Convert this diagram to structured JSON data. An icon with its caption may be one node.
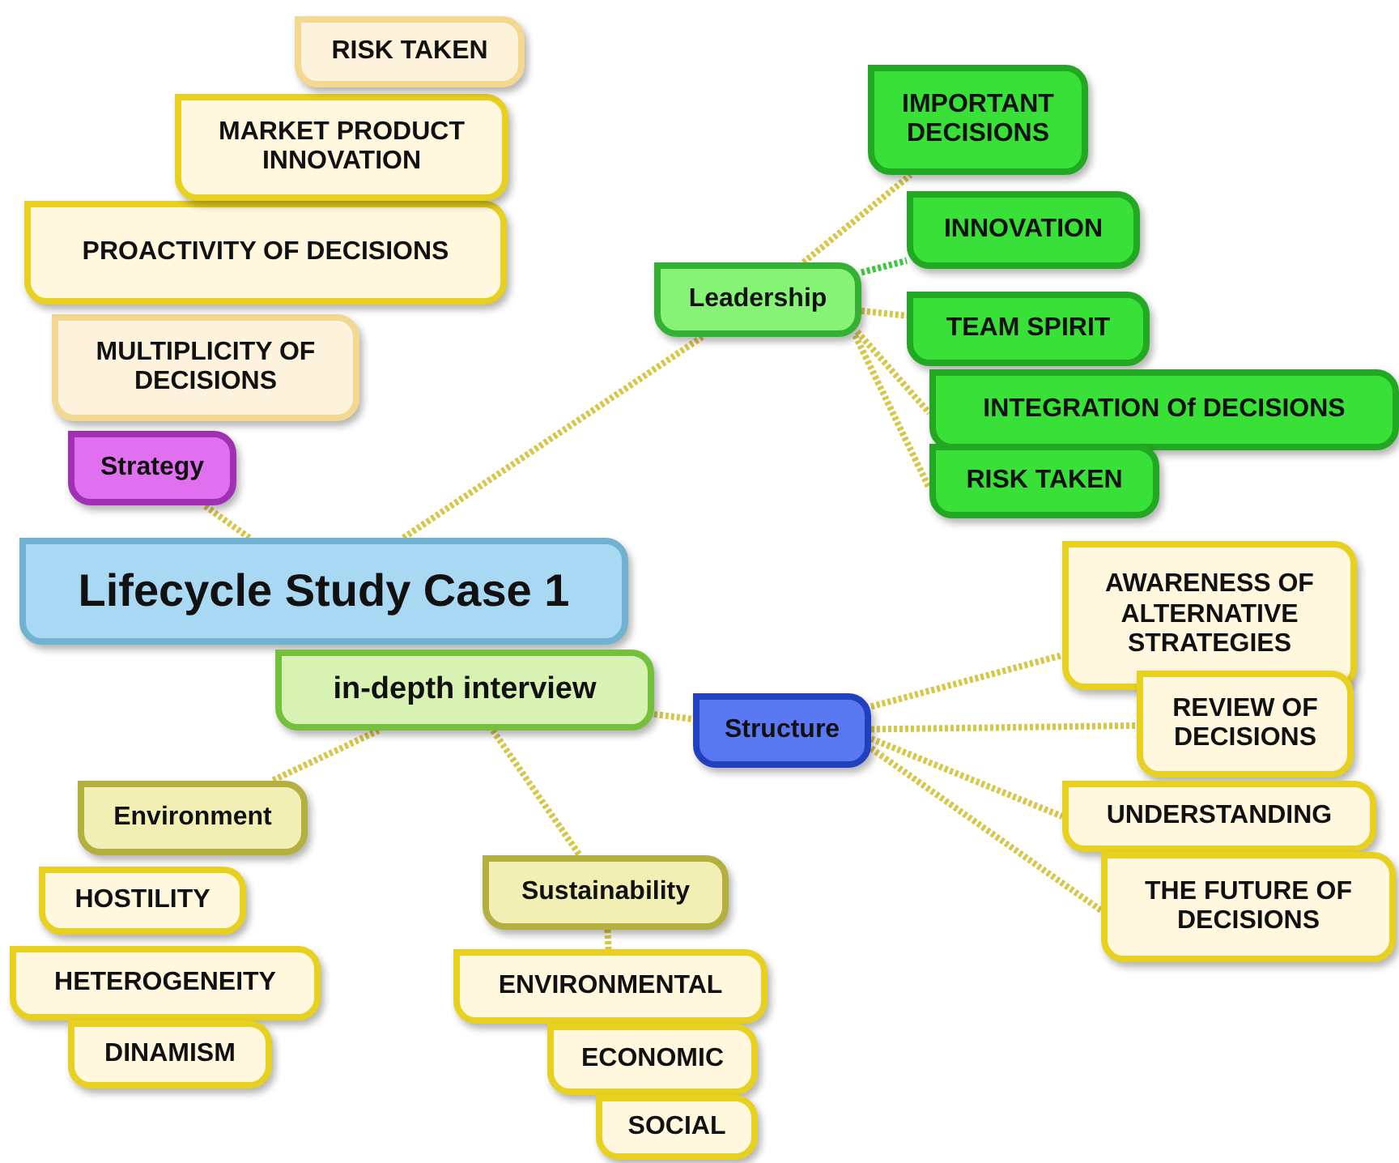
{
  "diagram": {
    "nodes": [
      {
        "text": [
          "Lifecycle Study Case 1"
        ]
      },
      {
        "text": [
          "in-depth interview"
        ]
      },
      {
        "text": [
          "Strategy"
        ]
      },
      {
        "text": [
          "MULTIPLICITY OF DECISIONS"
        ]
      },
      {
        "text": [
          "PROACTIVITY OF DECISIONS"
        ]
      },
      {
        "text": [
          "MARKET PRODUCT INNOVATION"
        ]
      },
      {
        "text": [
          "RISK TAKEN"
        ]
      },
      {
        "text": [
          "Leadership"
        ]
      },
      {
        "text": [
          "IMPORTANT DECISIONS"
        ]
      },
      {
        "text": [
          "INNOVATION"
        ]
      },
      {
        "text": [
          "TEAM SPIRIT"
        ]
      },
      {
        "text": [
          "INTEGRATION Of DECISIONS"
        ]
      },
      {
        "text": [
          "RISK TAKEN"
        ]
      },
      {
        "text": [
          "Structure"
        ]
      },
      {
        "text": [
          "AWARENESS OF ALTERNATIVE STRATEGIES"
        ]
      },
      {
        "text": [
          "REVIEW OF DECISIONS"
        ]
      },
      {
        "text": [
          "UNDERSTANDING"
        ]
      },
      {
        "text": [
          "THE FUTURE OF DECISIONS"
        ]
      },
      {
        "text": [
          "Environment"
        ]
      },
      {
        "text": [
          "HOSTILITY"
        ]
      },
      {
        "text": [
          "HETEROGENEITY"
        ]
      },
      {
        "text": [
          "DINAMISM"
        ]
      },
      {
        "text": [
          "Sustainability"
        ]
      },
      {
        "text": [
          "ENVIRONMENTAL"
        ]
      },
      {
        "text": [
          "ECONOMIC"
        ]
      },
      {
        "text": [
          "SOCIAL"
        ]
      }
    ],
    "edges": [
      {
        "from": 0,
        "to": 2,
        "arrow": "none"
      },
      {
        "from": 0,
        "to": 7,
        "arrow": "none"
      },
      {
        "from": 1,
        "to": 13,
        "arrow": "none"
      },
      {
        "from": 1,
        "to": 18,
        "arrow": "none"
      },
      {
        "from": 1,
        "to": 22,
        "arrow": "none"
      },
      {
        "from": 7,
        "to": 8,
        "arrow": "none"
      },
      {
        "from": 7,
        "to": 9,
        "arrow": "none",
        "color": "#3cc83c"
      },
      {
        "from": 7,
        "to": 10,
        "arrow": "none"
      },
      {
        "from": 7,
        "to": 11,
        "arrow": "none"
      },
      {
        "from": 7,
        "to": 12,
        "arrow": "none"
      },
      {
        "from": 13,
        "to": 14,
        "arrow": "none"
      },
      {
        "from": 13,
        "to": 15,
        "arrow": "none"
      },
      {
        "from": 13,
        "to": 16,
        "arrow": "none"
      },
      {
        "from": 13,
        "to": 17,
        "arrow": "none"
      },
      {
        "from": 22,
        "to": 23,
        "arrow": "none"
      }
    ]
  }
}
